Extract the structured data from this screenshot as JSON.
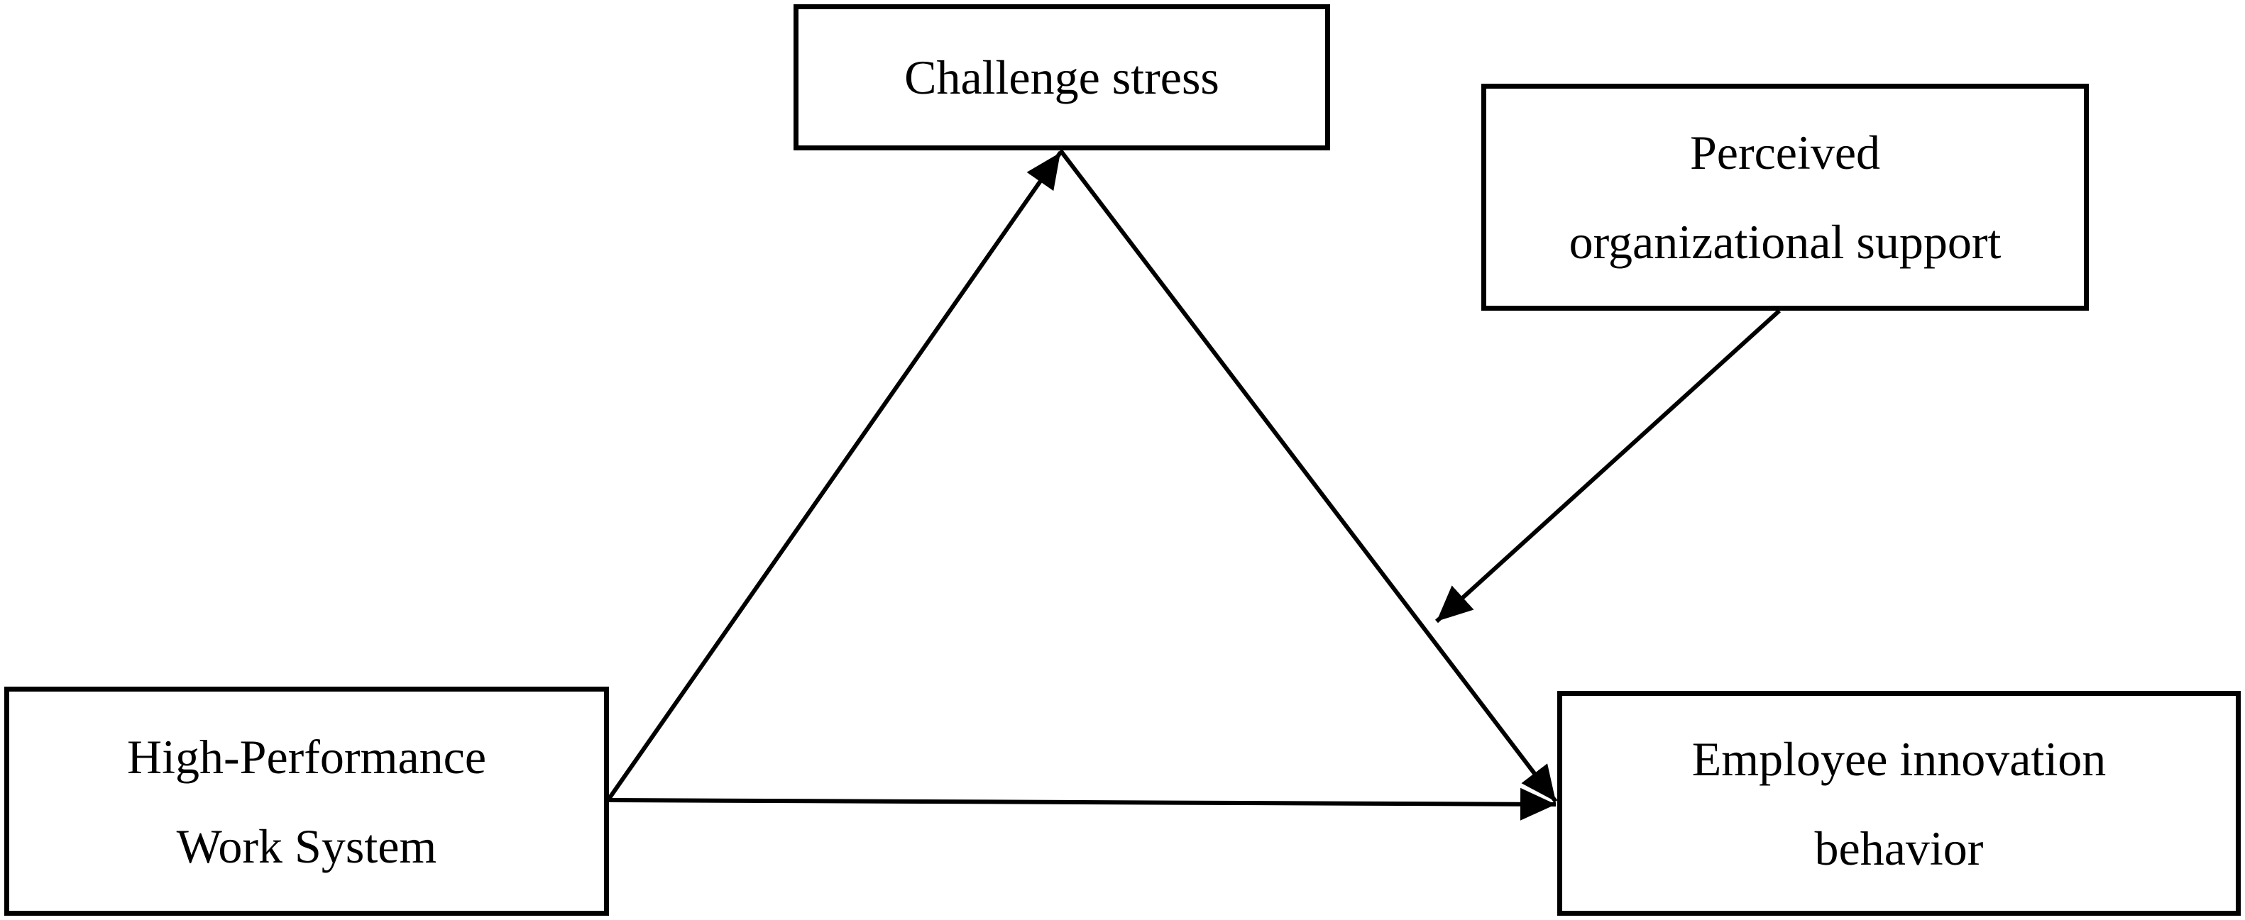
{
  "diagram": {
    "nodes": {
      "challenge_stress": {
        "lines": [
          "Challenge stress"
        ]
      },
      "perceived_support": {
        "lines": [
          "Perceived",
          "organizational support"
        ]
      },
      "hpws": {
        "lines": [
          "High-Performance",
          "Work System"
        ]
      },
      "innovation": {
        "lines": [
          "Employee innovation",
          "behavior"
        ]
      }
    },
    "edges": [
      {
        "from": "hpws",
        "to": "challenge_stress"
      },
      {
        "from": "challenge_stress",
        "to": "innovation"
      },
      {
        "from": "hpws",
        "to": "innovation"
      },
      {
        "from": "perceived_support",
        "to": "challenge_stress-innovation path"
      }
    ],
    "colors": {
      "stroke": "#000000",
      "background": "#ffffff"
    }
  }
}
